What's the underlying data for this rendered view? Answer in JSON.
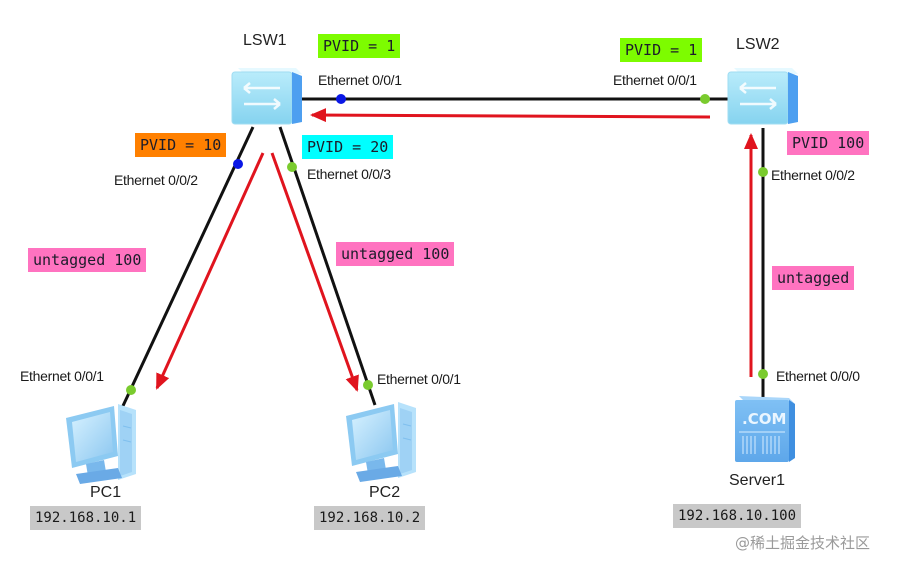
{
  "diagram": {
    "type": "network-topology",
    "colors": {
      "link": "#111111",
      "flow_arrow": "#e0141e",
      "port_dot_blue": "#0a17e6",
      "port_dot_green": "#7acb2e",
      "pvid_green": "#7dfc00",
      "pvid_orange": "#ff8000",
      "pvid_cyan": "#00ffff",
      "pvid_pink": "#ff73c0",
      "untagged_pink": "#ff73c0",
      "ip_bg": "#c8c8c8"
    },
    "devices": {
      "lsw1": {
        "name": "LSW1",
        "type": "switch"
      },
      "lsw2": {
        "name": "LSW2",
        "type": "switch"
      },
      "pc1": {
        "name": "PC1",
        "type": "pc",
        "ip": "192.168.10.1"
      },
      "pc2": {
        "name": "PC2",
        "type": "pc",
        "ip": "192.168.10.2"
      },
      "server1": {
        "name": "Server1",
        "type": "server",
        "ip": "192.168.10.100",
        "icon_text": ".COM"
      }
    },
    "ports": {
      "lsw1_e001": "Ethernet 0/0/1",
      "lsw1_e002": "Ethernet 0/0/2",
      "lsw1_e003": "Ethernet 0/0/3",
      "lsw2_e001": "Ethernet 0/0/1",
      "lsw2_e002": "Ethernet 0/0/2",
      "pc1_e001": "Ethernet 0/0/1",
      "pc2_e001": "Ethernet 0/0/1",
      "server1_e000": "Ethernet 0/0/0"
    },
    "tags": {
      "lsw1_e001_pvid": "PVID = 1",
      "lsw2_e001_pvid": "PVID = 1",
      "lsw1_e002_pvid": "PVID = 10",
      "lsw1_e003_pvid": "PVID = 20",
      "lsw2_e002_pvid": "PVID 100",
      "pc1_link_frame": "untagged 100",
      "pc2_link_frame": "untagged 100",
      "server_link_frame": "untagged"
    },
    "links": [
      {
        "from": "LSW1 Ethernet 0/0/1",
        "to": "LSW2 Ethernet 0/0/1"
      },
      {
        "from": "LSW1 Ethernet 0/0/2",
        "to": "PC1 Ethernet 0/0/1"
      },
      {
        "from": "LSW1 Ethernet 0/0/3",
        "to": "PC2 Ethernet 0/0/1"
      },
      {
        "from": "LSW2 Ethernet 0/0/2",
        "to": "Server1 Ethernet 0/0/0"
      }
    ],
    "flows": [
      {
        "from": "Server1",
        "to": "LSW2"
      },
      {
        "from": "LSW2",
        "to": "LSW1"
      },
      {
        "from": "LSW1",
        "to": "PC1"
      },
      {
        "from": "LSW1",
        "to": "PC2"
      }
    ],
    "watermark": "@稀土掘金技术社区"
  }
}
